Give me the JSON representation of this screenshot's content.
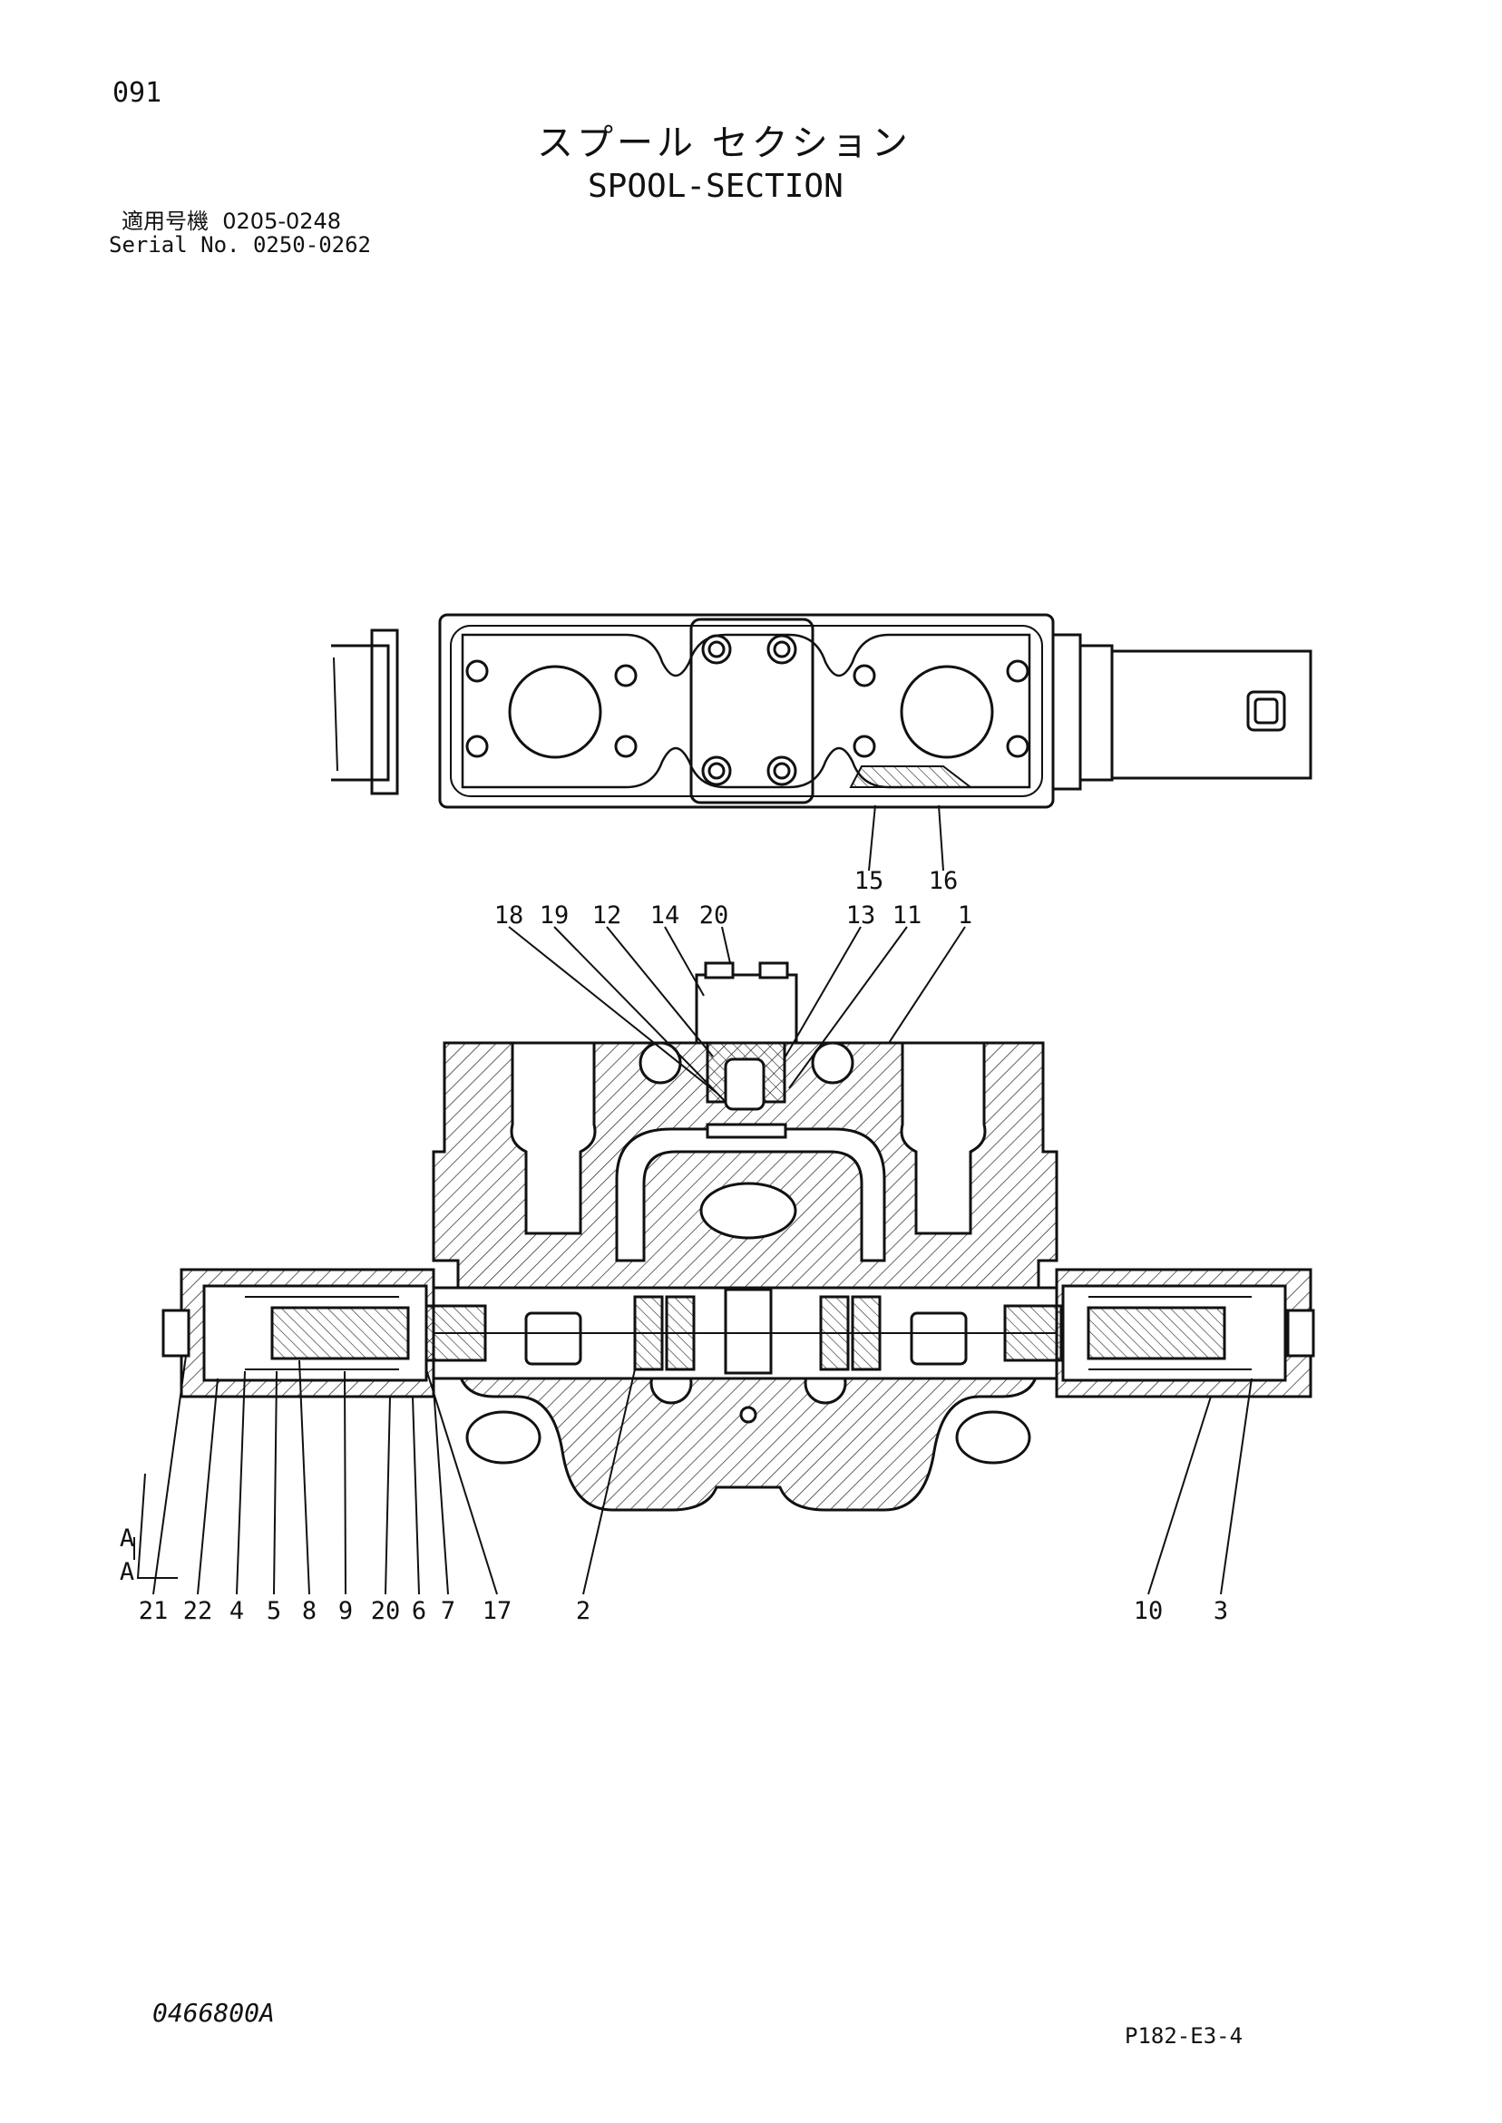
{
  "header": {
    "page_number": "091",
    "title_ja": "スプール セクション",
    "title_en": "SPOOL-SECTION",
    "applicable_ja": "適用号機  0205-0248",
    "serial_en": "Serial No. 0250-0262"
  },
  "callouts_top_view": [
    "15",
    "16"
  ],
  "callouts_section_top": [
    "18",
    "19",
    "12",
    "14",
    "20",
    "13",
    "11",
    "1"
  ],
  "callouts_bottom": [
    "21",
    "22",
    "4",
    "5",
    "8",
    "9",
    "20",
    "6",
    "7",
    "17",
    "2",
    "10",
    "3"
  ],
  "section_markers": [
    "A",
    "A"
  ],
  "footer": {
    "doc_code": "0466800A",
    "sheet_code": "P182-E3-4"
  }
}
